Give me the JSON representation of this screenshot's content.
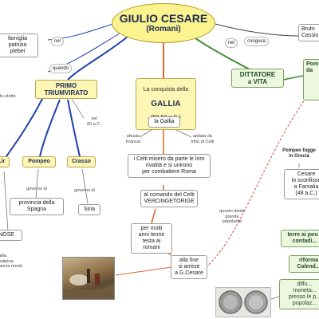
{
  "central": {
    "title": "GIULIO CESARE",
    "subtitle": "(Romani)"
  },
  "left_top": {
    "famiglia": "famiglia patrizia\nplebei",
    "link_nel": "nel",
    "link_quando": "quando",
    "fu_eletto": "fu eletto"
  },
  "triumvirato": {
    "title": "PRIMO\nTRIUMVIRATO",
    "nel_year": "nel\n60 a.C.",
    "pompeo": "Pompeo",
    "crasso": "Crasso",
    "governo_1": "governo di",
    "provincia_spagna": "provincia della\nSpagna",
    "governo_2": "governo di",
    "siria": "Siria",
    "left_frag": "...ir",
    "bottom_left_1": "NOSE",
    "bottom_left_2": "Gallia\nCisalpina\nFrancia merid."
  },
  "gallia": {
    "heading": "La conquista della",
    "title": "GALLIA",
    "years": "(58-50 a.C.)",
    "la_gallia": "la Gallia",
    "attuale_francia": "attuale\nFrancia",
    "abitata_da": "abitata da\ntribù di Celti",
    "celti_box": "i Celti misero da parte le loro\nrivalità e si unirono\nper combattere Roma",
    "comando_box": "al comando del Celti\nVERCINGETORIGE",
    "per_molti": "per molti\nanni tenne\ntesta ai romani",
    "alla_fine": "alla fine\nsi arrese\na G.Cesare",
    "questo_dimostra": "questo diede\ngrande\npopolarità"
  },
  "right_top": {
    "link_nel": "nel",
    "link_congiura": "congiura",
    "uccisione": "Bruto\nCassio"
  },
  "dittatore": {
    "title": "DITTATORE\na VITA",
    "box_right": "Pom...\nda"
  },
  "right_side": {
    "pompeo_fugge": "Pompeo fugge\nin Grecia",
    "cesare_box": "Cesare\nlo sconfisse\na Farsalia\n(48 a.C.)",
    "terre_box": "terre ai pov...\ncontadi...",
    "riforma_box": "riforma\nCalend...",
    "diffuse_box": "diffu...\nmoneta...\npresso le p...\npopolaz..."
  },
  "colors": {
    "central_fill": "#fbf38d",
    "yellow_box": "#fdf6b4",
    "green_box": "#edf7dd",
    "link_blue": "#1f3fae",
    "link_orange": "#d36b2a",
    "link_green": "#3b8a2d",
    "link_dashed_red": "#d94a4a"
  },
  "images": {
    "painting": "vercingetorix-surrender-painting",
    "coins": "roman-coins-photo"
  }
}
